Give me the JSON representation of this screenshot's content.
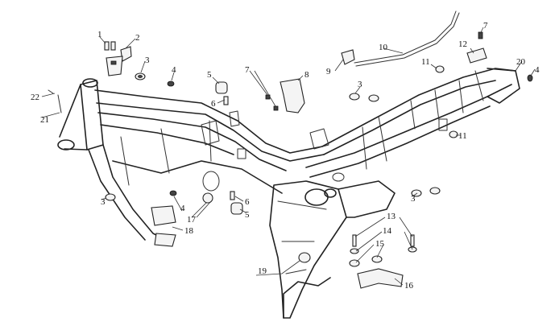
{
  "callouts": [
    {
      "key": "c1",
      "text": "1"
    },
    {
      "key": "c2",
      "text": "2"
    },
    {
      "key": "c3a",
      "text": "3"
    },
    {
      "key": "c4a",
      "text": "4"
    },
    {
      "key": "c5a",
      "text": "5"
    },
    {
      "key": "c6a",
      "text": "6"
    },
    {
      "key": "c7a",
      "text": "7"
    },
    {
      "key": "c8",
      "text": "8"
    },
    {
      "key": "c9",
      "text": "9"
    },
    {
      "key": "c10",
      "text": "10"
    },
    {
      "key": "c7b",
      "text": "7"
    },
    {
      "key": "c12",
      "text": "12"
    },
    {
      "key": "c11a",
      "text": "11"
    },
    {
      "key": "c20",
      "text": "20"
    },
    {
      "key": "c4b",
      "text": "4"
    },
    {
      "key": "c3b",
      "text": "3"
    },
    {
      "key": "c11b",
      "text": "11"
    },
    {
      "key": "c22",
      "text": "22"
    },
    {
      "key": "c21",
      "text": "21"
    },
    {
      "key": "c3c",
      "text": "3"
    },
    {
      "key": "c4c",
      "text": "4"
    },
    {
      "key": "c17",
      "text": "17"
    },
    {
      "key": "c18",
      "text": "18"
    },
    {
      "key": "c6b",
      "text": "6"
    },
    {
      "key": "c5b",
      "text": "5"
    },
    {
      "key": "c3d",
      "text": "3"
    },
    {
      "key": "c13",
      "text": "13"
    },
    {
      "key": "c14",
      "text": "14"
    },
    {
      "key": "c15",
      "text": "15"
    },
    {
      "key": "c16",
      "text": "16"
    },
    {
      "key": "c19",
      "text": "19"
    }
  ]
}
